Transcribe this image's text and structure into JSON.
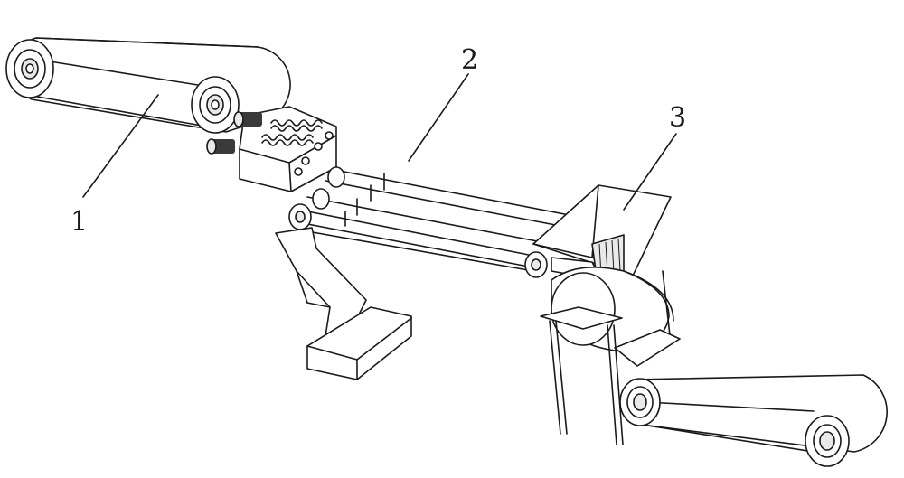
{
  "labels": {
    "label_1": "1",
    "label_2": "2",
    "label_3": "3"
  },
  "colors": {
    "line": "#1a1a1a",
    "background": "#ffffff"
  }
}
